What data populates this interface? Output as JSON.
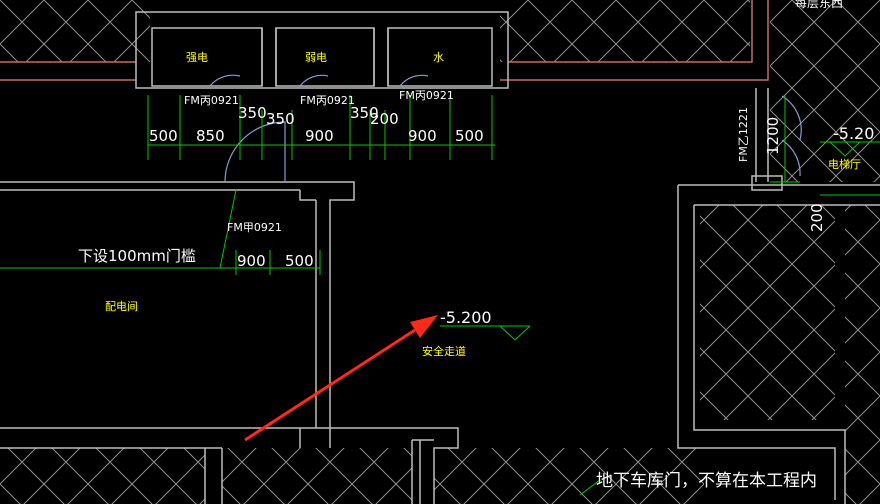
{
  "rooms": {
    "strong_power": "强电",
    "weak_power": "弱电",
    "water": "水",
    "distribution_room": "配电间",
    "safety_passage": "安全走道",
    "elevator_hall": "电梯厅",
    "top_right_partial": "每层东西"
  },
  "doors": {
    "d1": "FM丙0921",
    "d2": "FM丙0921",
    "d3": "FM丙0921",
    "d4": "FM甲0921",
    "d5": "FM乙1221"
  },
  "dimensions": {
    "top_row": [
      "500",
      "850",
      "350",
      "900",
      "350",
      "200",
      "900",
      "500"
    ],
    "mid_row": [
      "900",
      "500"
    ],
    "right_v1": "1200",
    "right_v2": "200"
  },
  "levels": {
    "main": "-5.200",
    "right": "-5.20"
  },
  "notes": {
    "threshold": "下设100mm门槛",
    "garage_door": "地下车库门，不算在本工程内"
  },
  "colors": {
    "background": "#000000",
    "wall": "#bdbdbd",
    "hatch": "#8f8f8f",
    "dimension": "#00c800",
    "door": "#7fa0d0",
    "text_label": "#ffff00",
    "text_note": "#ffffff",
    "arrow": "#ff2a1a",
    "border_accent": "#c0705a"
  }
}
